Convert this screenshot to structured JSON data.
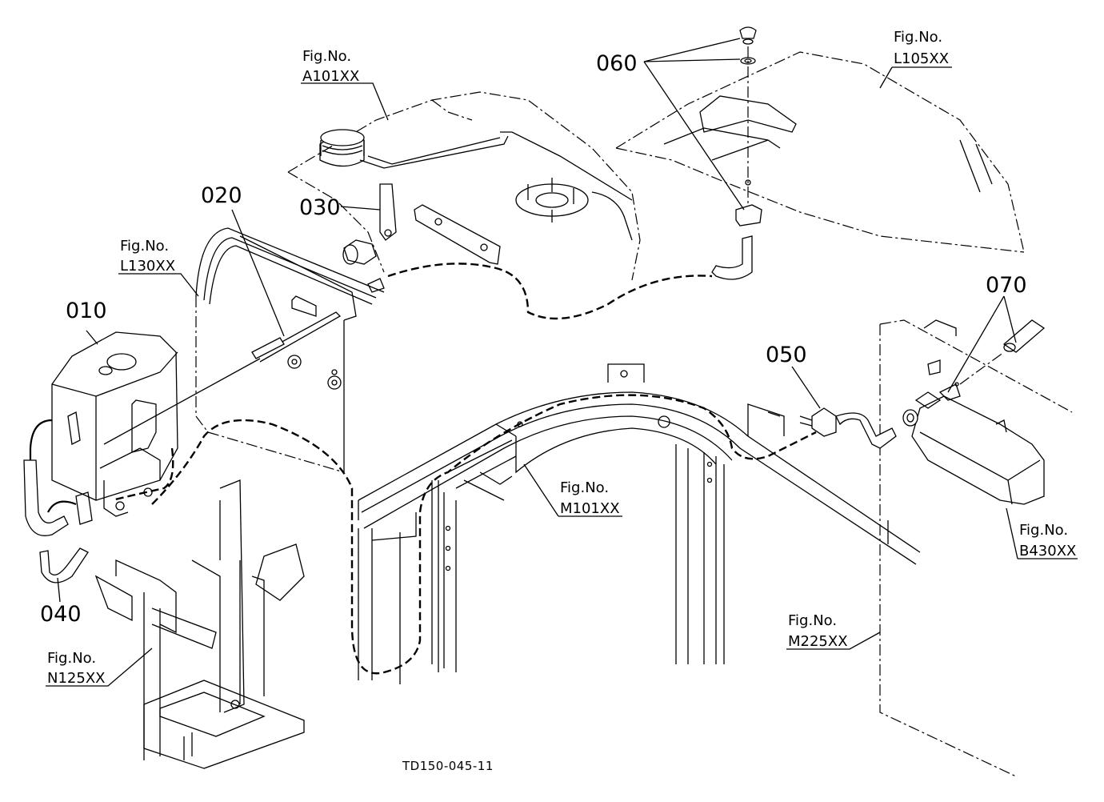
{
  "parts": [
    {
      "id": "part-010",
      "label": "010"
    },
    {
      "id": "part-020",
      "label": "020"
    },
    {
      "id": "part-030",
      "label": "030"
    },
    {
      "id": "part-040",
      "label": "040"
    },
    {
      "id": "part-050",
      "label": "050"
    },
    {
      "id": "part-060",
      "label": "060"
    },
    {
      "id": "part-070",
      "label": "070"
    }
  ],
  "figure_refs": [
    {
      "prefix": "Fig.No.",
      "code": "A101XX"
    },
    {
      "prefix": "Fig.No.",
      "code": "L105XX"
    },
    {
      "prefix": "Fig.No.",
      "code": "L130XX"
    },
    {
      "prefix": "Fig.No.",
      "code": "M101XX"
    },
    {
      "prefix": "Fig.No.",
      "code": "B430XX"
    },
    {
      "prefix": "Fig.No.",
      "code": "M225XX"
    },
    {
      "prefix": "Fig.No.",
      "code": "N125XX"
    }
  ],
  "drawing_code": "TD150-045-11"
}
